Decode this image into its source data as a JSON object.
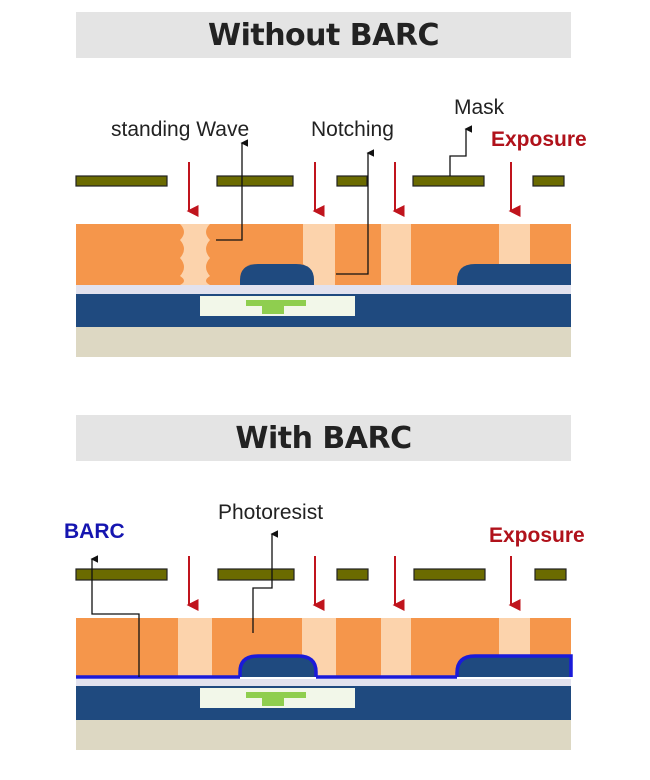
{
  "sections": [
    {
      "title": "Without BARC",
      "labels": {
        "standing_wave": "standing Wave",
        "notching": "Notching",
        "mask": "Mask",
        "exposure": "Exposure"
      }
    },
    {
      "title": "With BARC",
      "labels": {
        "barc": "BARC",
        "photoresist": "Photoresist",
        "exposure": "Exposure"
      }
    }
  ],
  "colors": {
    "mask": "#6b6b00",
    "photoresist": "#f5964b",
    "exposed_resist": "#fcd3ac",
    "substrate": "#1f4a7f",
    "base": "#ddd8c3",
    "interface_layer": "#e2e2ee",
    "via": "#8fce4f",
    "barc": "#1a1ad9",
    "exposure_arrow": "#c0141d",
    "banner": "#e4e4e4"
  }
}
